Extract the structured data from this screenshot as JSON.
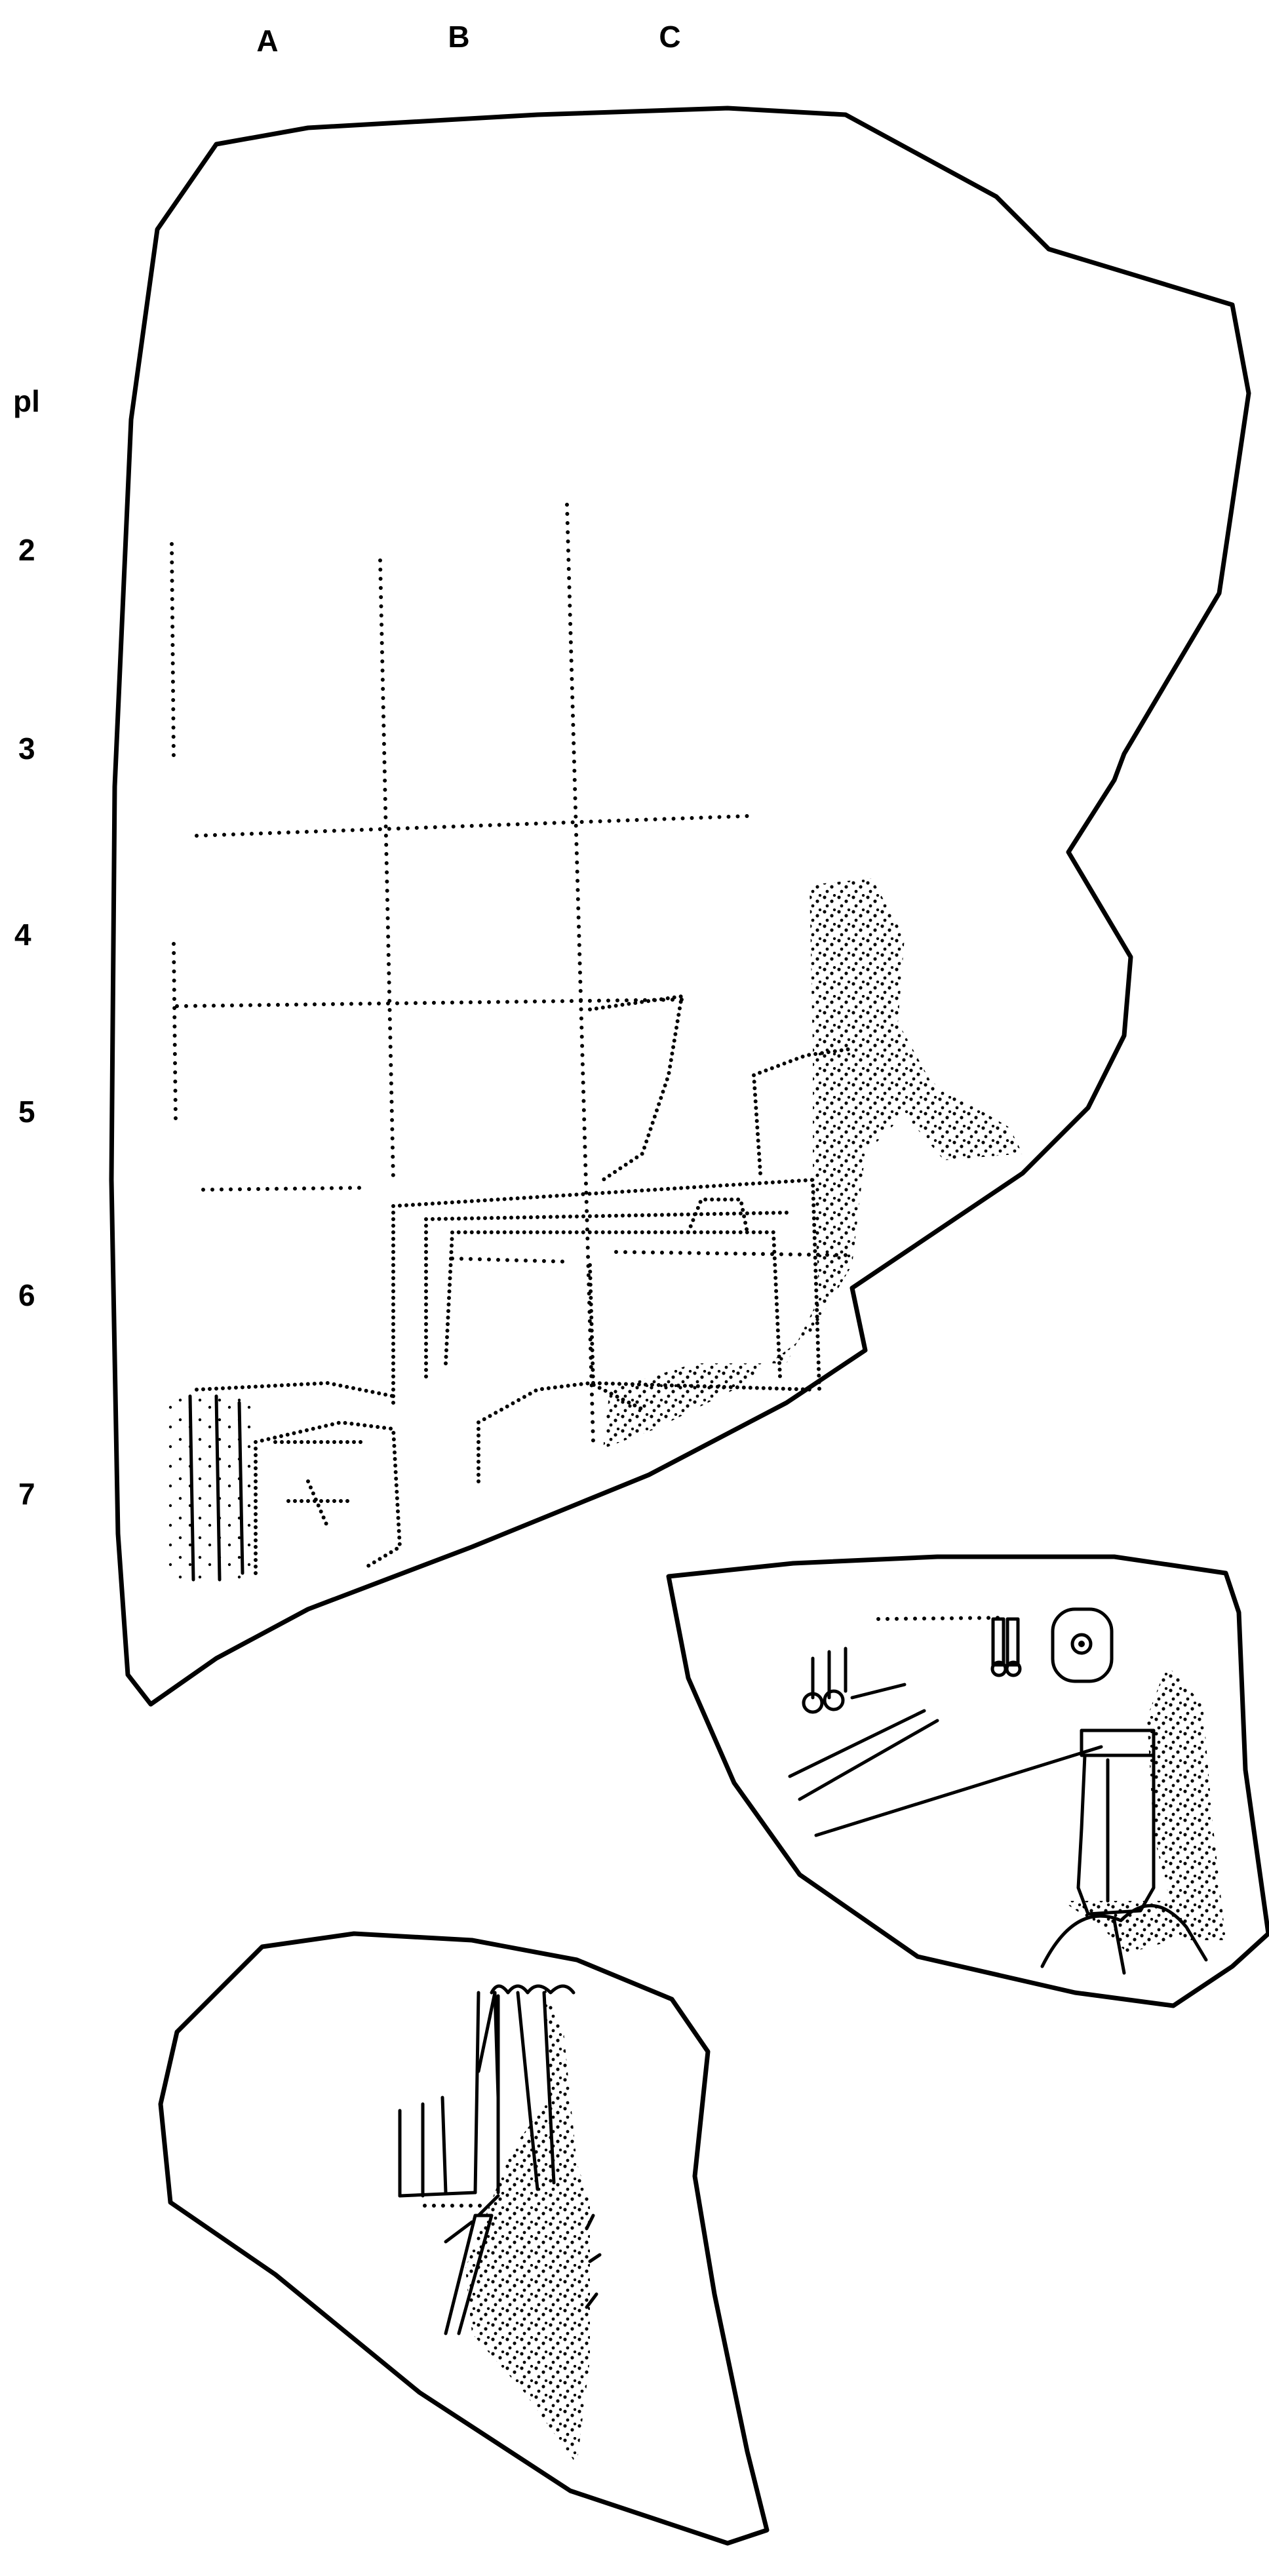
{
  "column_labels": [
    "A",
    "B",
    "C"
  ],
  "row_labels": [
    "pl",
    "2",
    "3",
    "4",
    "5",
    "6",
    "7"
  ],
  "colors": {
    "ink": "#000000",
    "paper": "#ffffff"
  }
}
